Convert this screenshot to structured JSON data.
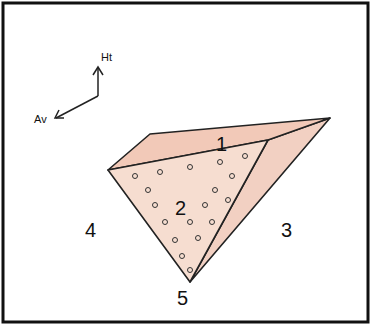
{
  "diagram": {
    "labels": [
      "Ht",
      "Av",
      "1",
      "2",
      "4",
      "3",
      "5"
    ]
  }
}
